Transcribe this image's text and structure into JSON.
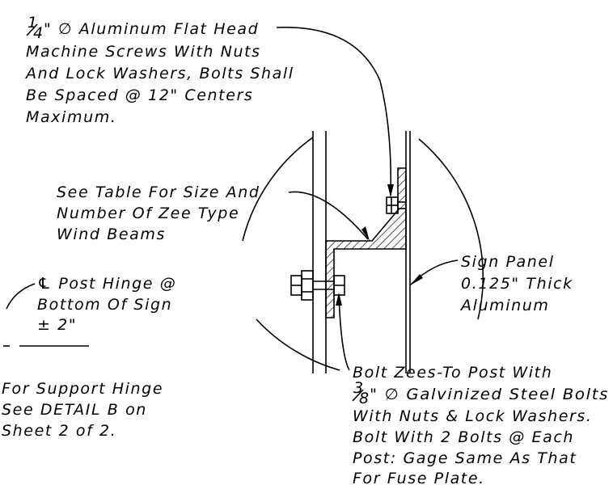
{
  "notes": {
    "screws": {
      "fraction_num": "1",
      "fraction_den": "4",
      "line1_rest": "\" ∅ Aluminum Flat Head",
      "line2": "Machine Screws With Nuts",
      "line3": "And Lock Washers, Bolts Shall",
      "line4": "Be Spaced @ 12\" Centers",
      "line5": "Maximum."
    },
    "wind_beams": {
      "line1": "See Table For Size And",
      "line2": "Number Of Zee Type",
      "line3": "Wind Beams"
    },
    "post_hinge": {
      "line1": "℄ Post Hinge @",
      "line2": "Bottom Of Sign",
      "line3": "± 2\""
    },
    "support_hinge": {
      "line1": "For Support Hinge",
      "line2": "See DETAIL B on",
      "line3": "Sheet 2 of 2."
    },
    "sign_panel": {
      "line1": "Sign Panel",
      "line2": "0.125\" Thick",
      "line3": "Aluminum"
    },
    "bolt_zees": {
      "line1": "Bolt Zees-To Post With",
      "fraction_num": "3",
      "fraction_den": "8",
      "line2_rest": "\" ∅ Galvinized Steel Bolts",
      "line3": "With Nuts & Lock Washers.",
      "line4": "Bolt With 2 Bolts @ Each",
      "line5": "Post: Gage Same As That",
      "line6": "For Fuse Plate."
    }
  },
  "colors": {
    "line": "#000000",
    "background": "#ffffff"
  }
}
